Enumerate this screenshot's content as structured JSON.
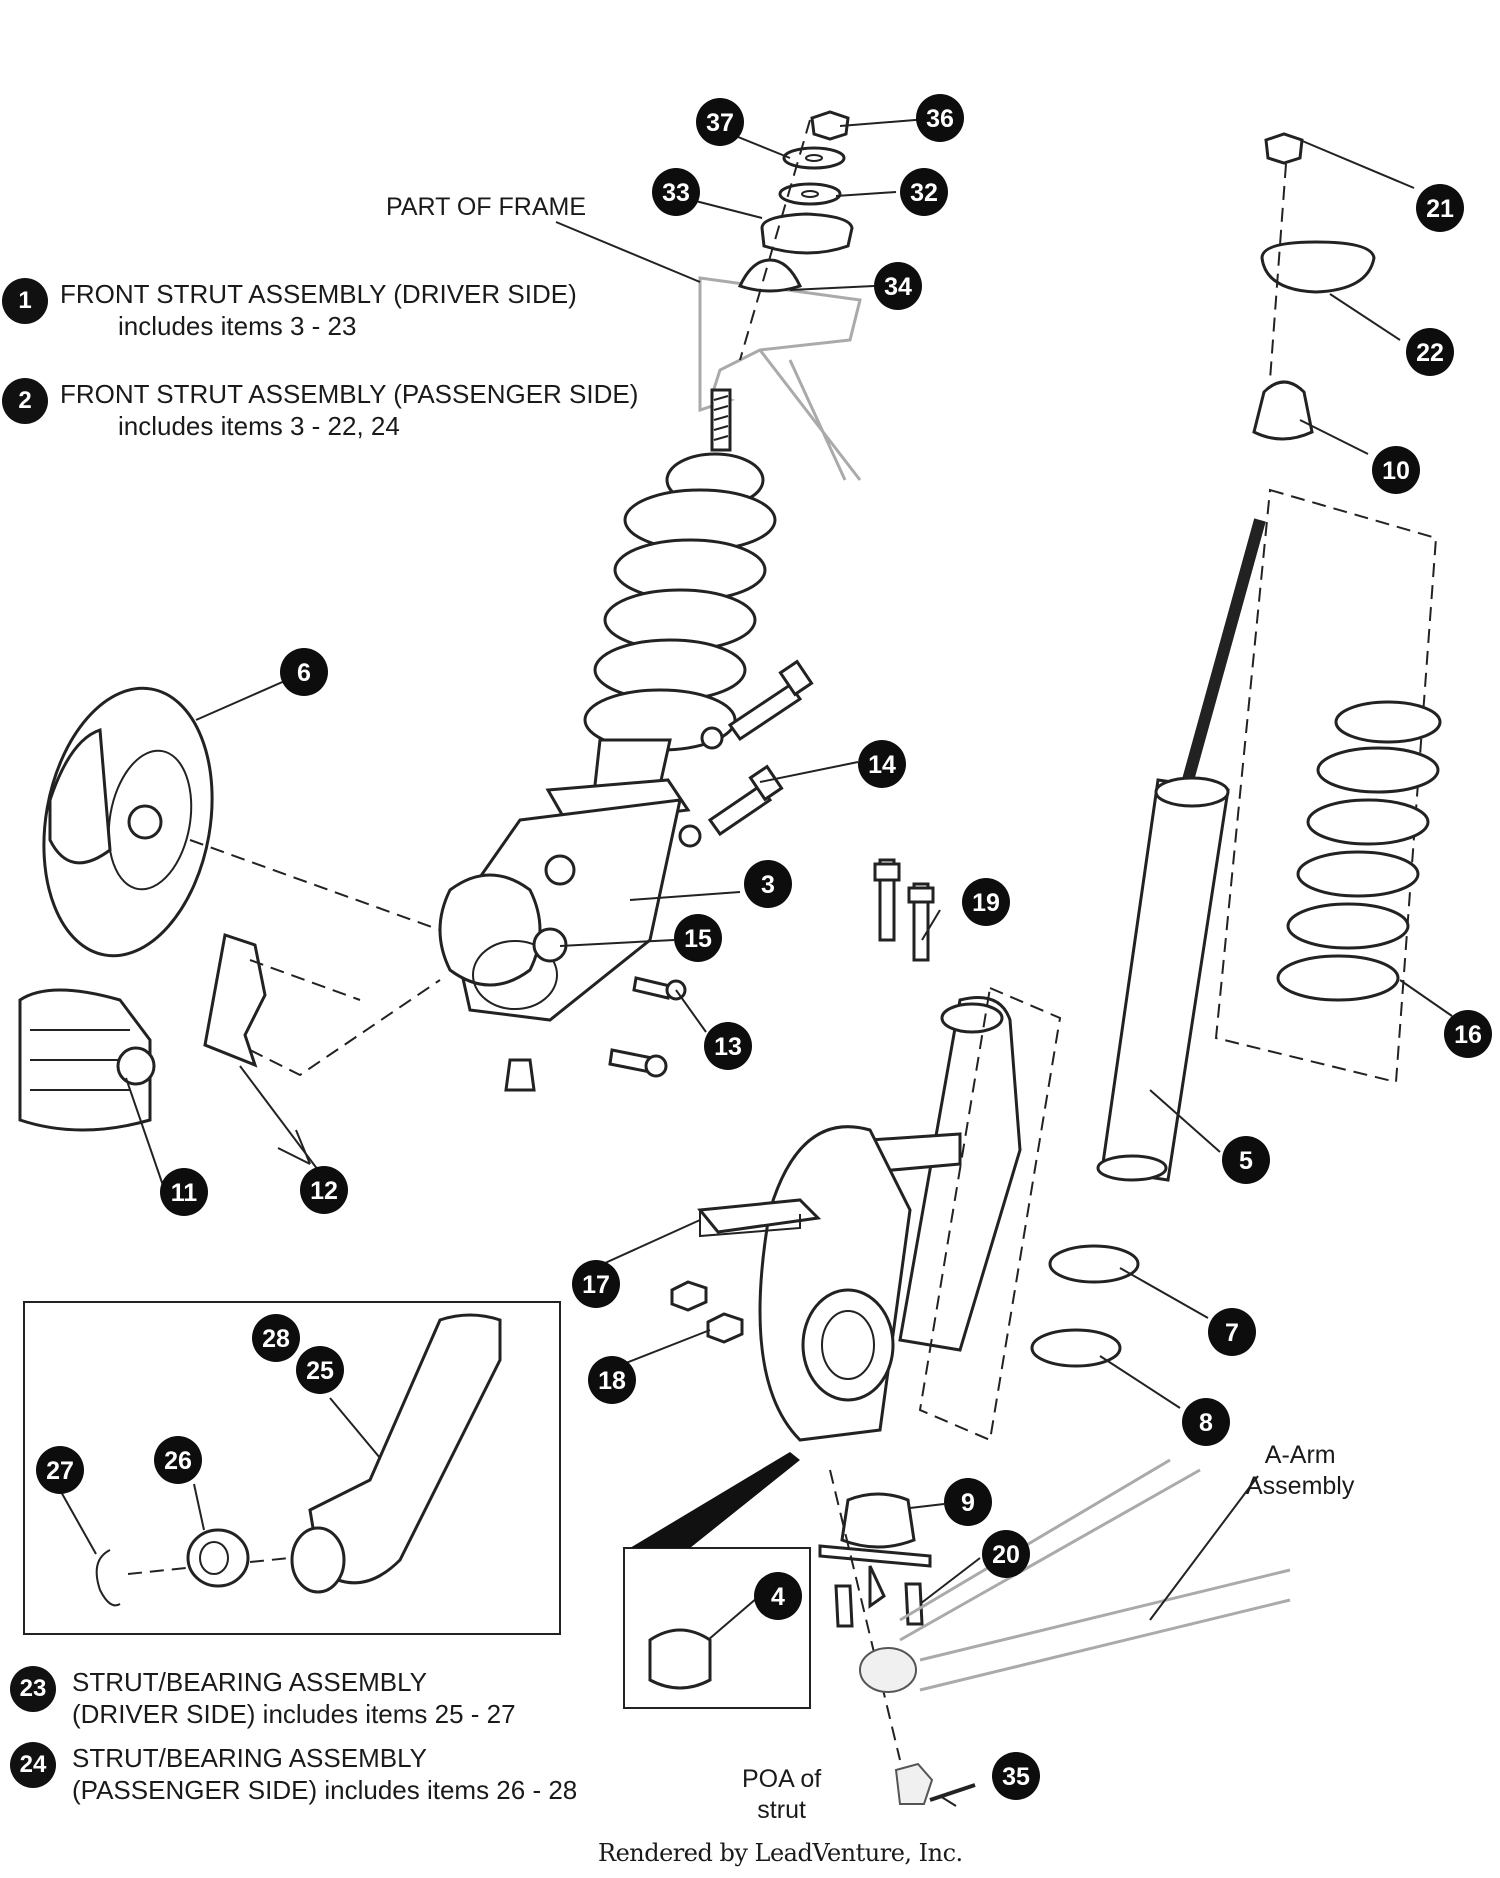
{
  "legend": [
    {
      "num": "1",
      "title": "FRONT STRUT ASSEMBLY (DRIVER SIDE)",
      "sub": "includes items 3 - 23"
    },
    {
      "num": "2",
      "title": "FRONT STRUT ASSEMBLY (PASSENGER SIDE)",
      "sub": "includes items 3 - 22, 24"
    },
    {
      "num": "23",
      "title": "STRUT/BEARING ASSEMBLY",
      "sub": "(DRIVER SIDE) includes items 25 - 27"
    },
    {
      "num": "24",
      "title": "STRUT/BEARING ASSEMBLY",
      "sub": "(PASSENGER SIDE) includes items 26 - 28"
    }
  ],
  "labels": {
    "part_of_frame": "PART OF FRAME",
    "a_arm_line1": "A-Arm",
    "a_arm_line2": "Assembly",
    "poa_line1": "POA of",
    "poa_line2": "strut",
    "footer": "Rendered by LeadVenture, Inc."
  },
  "callouts": [
    "3",
    "4",
    "5",
    "6",
    "7",
    "8",
    "9",
    "10",
    "11",
    "12",
    "13",
    "14",
    "15",
    "16",
    "17",
    "18",
    "19",
    "20",
    "21",
    "22",
    "25",
    "26",
    "27",
    "28",
    "32",
    "33",
    "34",
    "35",
    "36",
    "37"
  ],
  "colors": {
    "badge": "#0d0d0d",
    "line": "#222222",
    "background": "#ffffff"
  }
}
